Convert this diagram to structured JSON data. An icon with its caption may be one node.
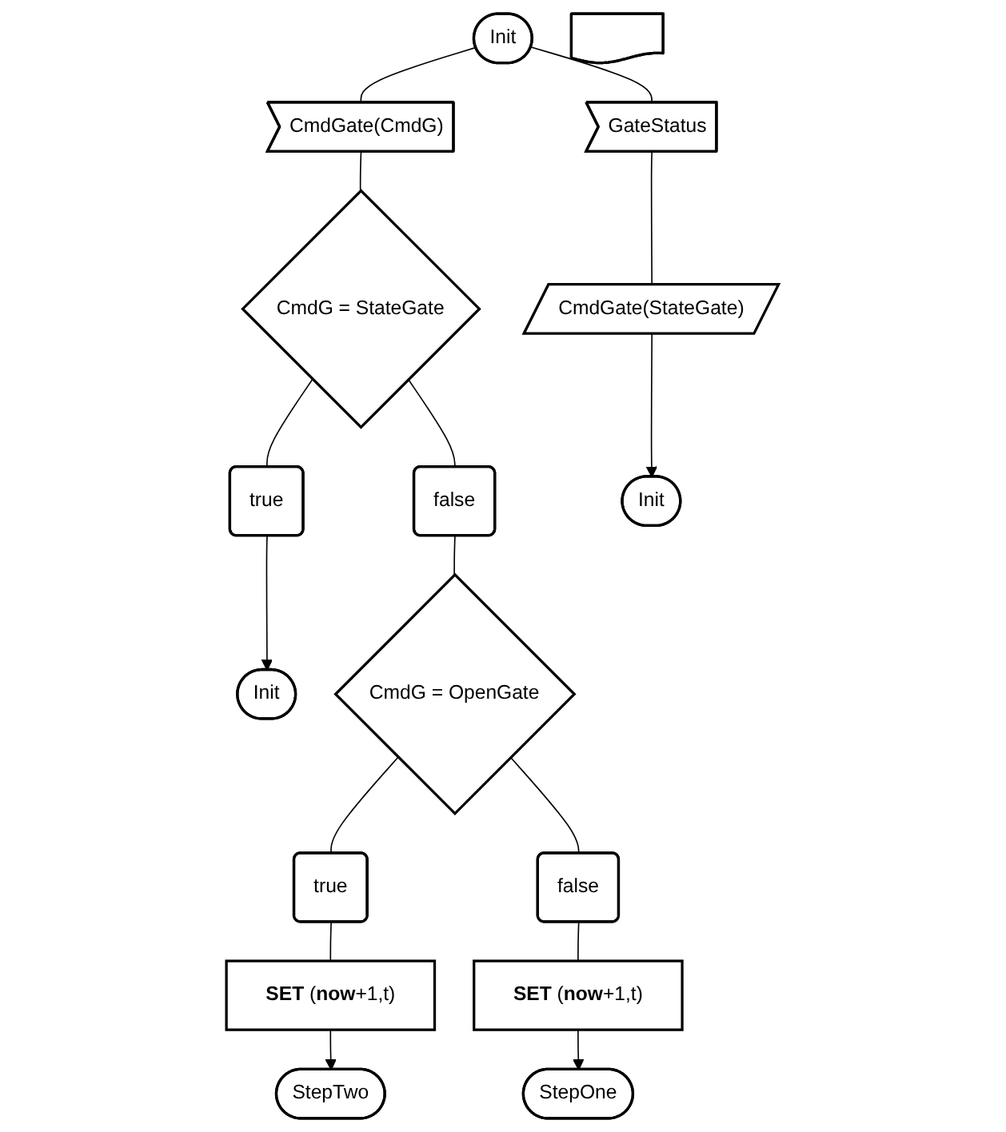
{
  "diagram": {
    "nodes": [
      {
        "text": [
          "Init"
        ]
      },
      {
        "text": [],
        "shape": "document"
      },
      {
        "text": [
          "CmdGate(CmdG)"
        ]
      },
      {
        "text": [
          "GateStatus"
        ]
      },
      {
        "text": [
          "CmdG = StateGate"
        ]
      },
      {
        "text": [
          "CmdGate(StateGate)"
        ]
      },
      {
        "text": [
          "true"
        ]
      },
      {
        "text": [
          "false"
        ]
      },
      {
        "text": [
          "Init"
        ]
      },
      {
        "text": [
          "Init"
        ]
      },
      {
        "text": [
          "CmdG = OpenGate"
        ]
      },
      {
        "text": [
          "true"
        ]
      },
      {
        "text": [
          "false"
        ]
      },
      {
        "text": [
          "**SET** (**now**+1,t)"
        ]
      },
      {
        "text": [
          "**SET** (**now**+1,t)"
        ]
      },
      {
        "text": [
          "StepTwo"
        ]
      },
      {
        "text": [
          "StepOne"
        ]
      }
    ],
    "edges": [
      {
        "from": 0,
        "to": 2,
        "arrow": "none"
      },
      {
        "from": 0,
        "to": 3,
        "arrow": "none"
      },
      {
        "from": 2,
        "to": 4,
        "arrow": "none"
      },
      {
        "from": 3,
        "to": 5,
        "arrow": "none"
      },
      {
        "from": 5,
        "to": 9,
        "arrow": "to"
      },
      {
        "from": 4,
        "to": 6,
        "arrow": "none"
      },
      {
        "from": 4,
        "to": 7,
        "arrow": "none"
      },
      {
        "from": 6,
        "to": 8,
        "arrow": "to"
      },
      {
        "from": 7,
        "to": 10,
        "arrow": "none"
      },
      {
        "from": 10,
        "to": 11,
        "arrow": "none"
      },
      {
        "from": 10,
        "to": 12,
        "arrow": "none"
      },
      {
        "from": 11,
        "to": 13,
        "arrow": "none"
      },
      {
        "from": 12,
        "to": 14,
        "arrow": "none"
      },
      {
        "from": 13,
        "to": 15,
        "arrow": "to"
      },
      {
        "from": 14,
        "to": 16,
        "arrow": "to"
      }
    ]
  }
}
